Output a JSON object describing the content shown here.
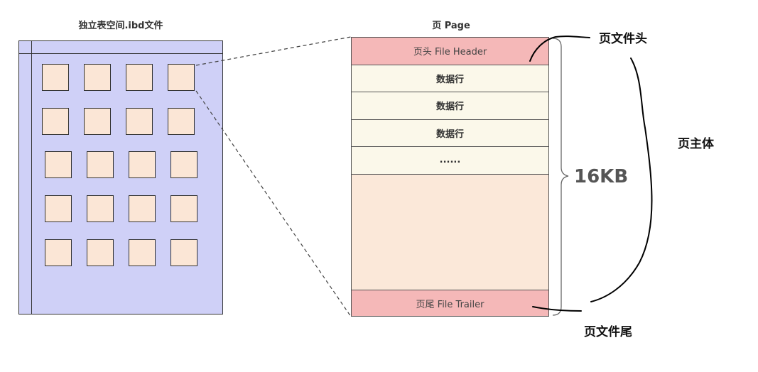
{
  "left_title": "独立表空间.ibd文件",
  "right_title": "页 Page",
  "page": {
    "header": "页头 File Header",
    "data_rows": [
      "数据行",
      "数据行",
      "数据行",
      "......"
    ],
    "trailer": "页尾 File Trailer"
  },
  "size_label": "16KB",
  "annotations": {
    "page_header": "页文件头",
    "page_body": "页主体",
    "page_trailer": "页文件尾"
  }
}
